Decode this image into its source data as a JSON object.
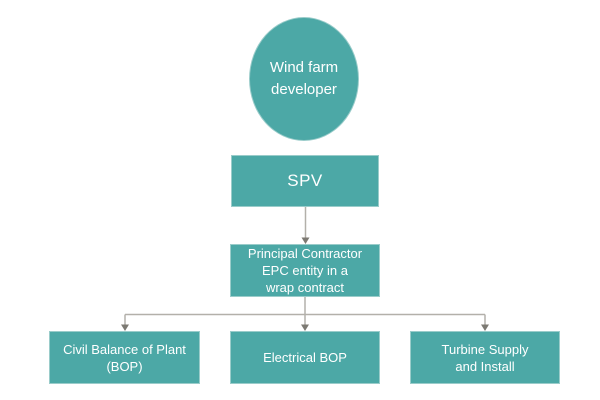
{
  "colors": {
    "page_bg": "#FFFFFF",
    "node_fill": "#4CA8A6",
    "node_edge": "#9ACCCA",
    "node_text": "#FFFFFF",
    "connector_line": "#B3B0AA",
    "arrowhead": "#7C7972"
  },
  "nodes": {
    "developer": {
      "line1": "Wind farm",
      "line2": "developer"
    },
    "spv": {
      "line1": "SPV"
    },
    "principal_contractor": {
      "line1": "Principal Contractor",
      "line2": "EPC entity in a",
      "line3": "wrap contract"
    },
    "civil_bop": {
      "line1": "Civil Balance of Plant",
      "line2": "(BOP)"
    },
    "electrical_bop": {
      "line1": "Electrical BOP"
    },
    "turbine_supply": {
      "line1": "Turbine Supply",
      "line2": "and Install"
    }
  },
  "edges": [
    {
      "from": "SPV",
      "to": "Principal Contractor EPC entity in a wrap contract",
      "arrow": "down"
    },
    {
      "from": "Principal Contractor EPC entity in a wrap contract",
      "to": "Civil Balance of Plant (BOP)",
      "arrow": "down"
    },
    {
      "from": "Principal Contractor EPC entity in a wrap contract",
      "to": "Electrical BOP",
      "arrow": "down"
    },
    {
      "from": "Principal Contractor EPC entity in a wrap contract",
      "to": "Turbine Supply and Install",
      "arrow": "down"
    }
  ]
}
